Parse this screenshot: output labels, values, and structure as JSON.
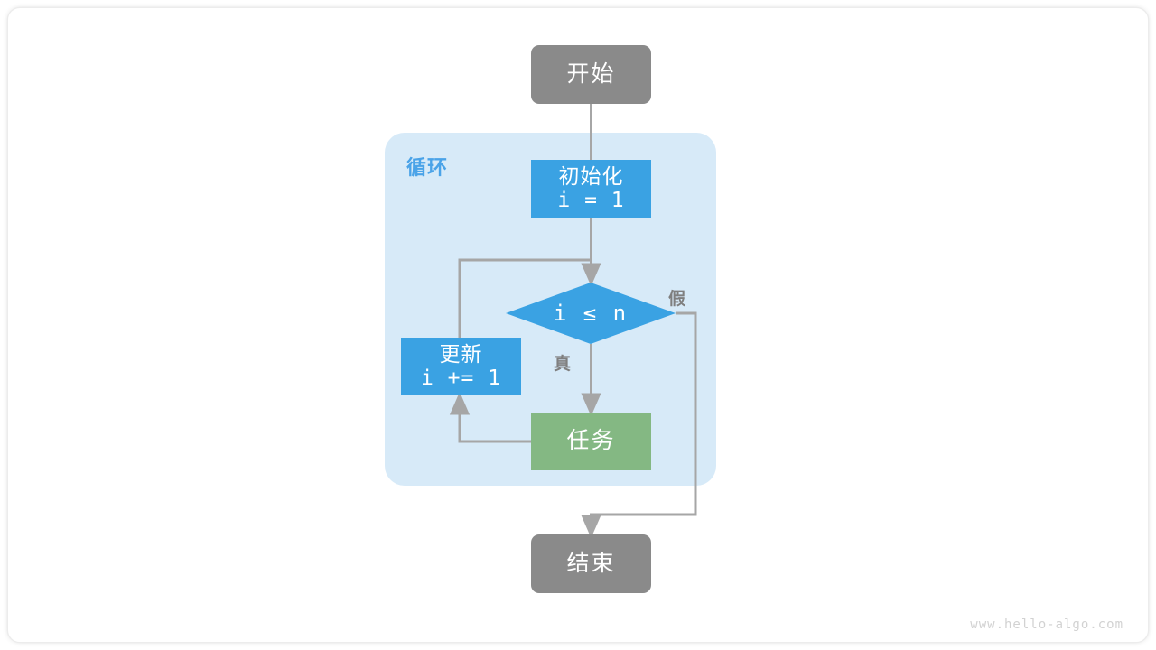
{
  "diagram": {
    "title": "loop-flowchart",
    "watermark": "www.hello-algo.com",
    "loop_container_label": "循环",
    "nodes": {
      "start": {
        "label": "开始"
      },
      "init": {
        "line1": "初始化",
        "line2": "i = 1"
      },
      "decision": {
        "label": "i ≤ n"
      },
      "update": {
        "line1": "更新",
        "line2": "i += 1"
      },
      "task": {
        "label": "任务"
      },
      "end": {
        "label": "结束"
      }
    },
    "edge_labels": {
      "true": "真",
      "false": "假"
    },
    "colors": {
      "terminal_gray": "#8a8a8a",
      "process_blue": "#3aa2e3",
      "task_green": "#84b883",
      "loop_background": "#d7eaf8",
      "loop_label_blue": "#4aa3e8",
      "connector_gray": "#a6a6a6",
      "edge_label_gray": "#7f7f7f",
      "watermark_gray": "#d2d2d2",
      "canvas_white": "#ffffff"
    }
  }
}
